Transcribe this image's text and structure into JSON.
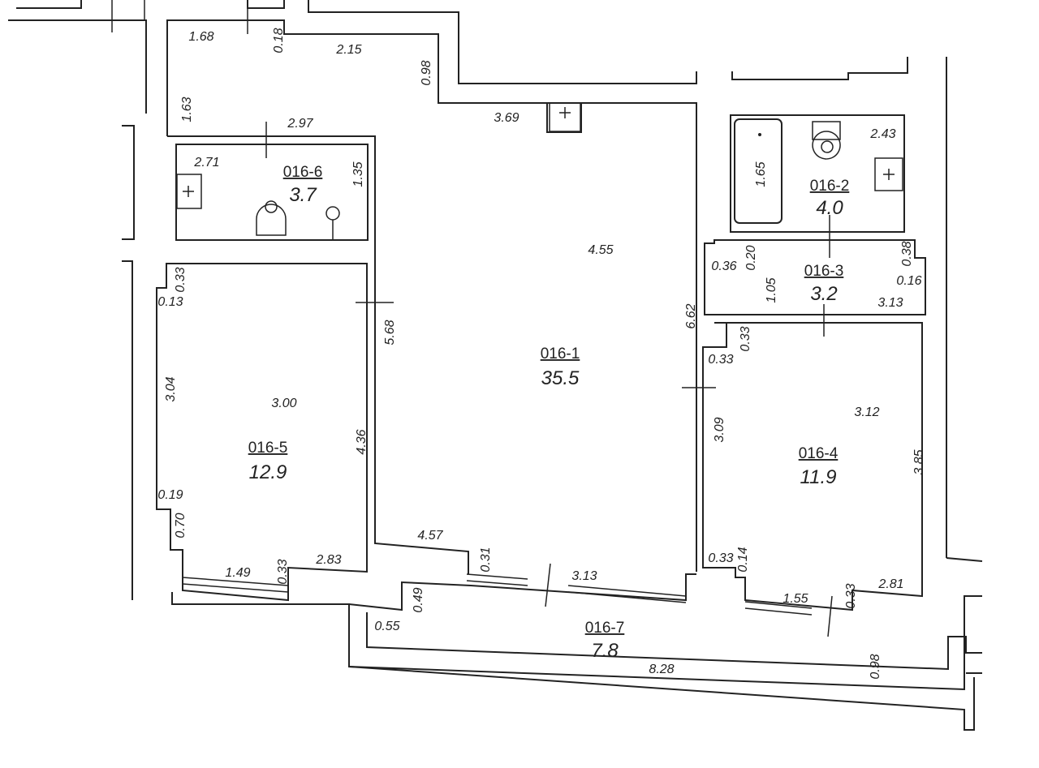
{
  "title": "Floor plan",
  "rooms": [
    {
      "id": "016-6",
      "area": "3.7"
    },
    {
      "id": "016-2",
      "area": "4.0"
    },
    {
      "id": "016-3",
      "area": "3.2"
    },
    {
      "id": "016-1",
      "area": "35.5"
    },
    {
      "id": "016-5",
      "area": "12.9"
    },
    {
      "id": "016-4",
      "area": "11.9"
    },
    {
      "id": "016-7",
      "area": "7.8"
    }
  ],
  "dims": [
    "1.68",
    "0.18",
    "2.15",
    "0.98",
    "1.63",
    "2.97",
    "3.69",
    "2.71",
    "1.35",
    "4.55",
    "2.43",
    "1.65",
    "0.36",
    "0.20",
    "0.38",
    "0.16",
    "1.05",
    "3.13",
    "0.33",
    "0.13",
    "5.68",
    "6.62",
    "0.33",
    "0.33",
    "3.04",
    "3.00",
    "3.12",
    "4.36",
    "3.09",
    "3.85",
    "0.19",
    "0.70",
    "4.57",
    "0.31",
    "0.33",
    "0.14",
    "1.49",
    "0.33",
    "2.83",
    "3.13",
    "1.55",
    "0.33",
    "2.81",
    "0.49",
    "0.55",
    "8.28",
    "0.98"
  ]
}
